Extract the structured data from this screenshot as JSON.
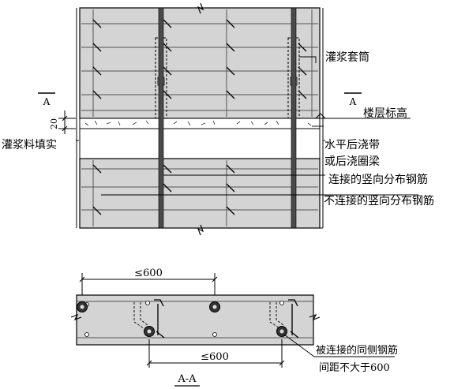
{
  "labels": {
    "grout_sleeve": "灌浆套筒",
    "floor_level": "楼层标高",
    "grout_fill": "灌浆料填实",
    "post_pour_band_1": "水平后浇带",
    "post_pour_band_2": "或后浇圈梁",
    "connected_rebar": "连接的竖向分布钢筋",
    "unconnected_rebar": "不连接的竖向分布钢筋",
    "same_side_rebar_1": "被连接的同侧钢筋",
    "same_side_rebar_2": "间距不大于600"
  },
  "dimensions": {
    "joint_thickness": "20",
    "spacing_top": "≤600",
    "spacing_bottom": "≤600"
  },
  "section": {
    "marker_left": "A",
    "marker_right": "A",
    "title": "A-A"
  },
  "colors": {
    "panel_fill": "#d4d4d4",
    "line": "#000000",
    "rebar_dark": "#4a4a4a"
  }
}
